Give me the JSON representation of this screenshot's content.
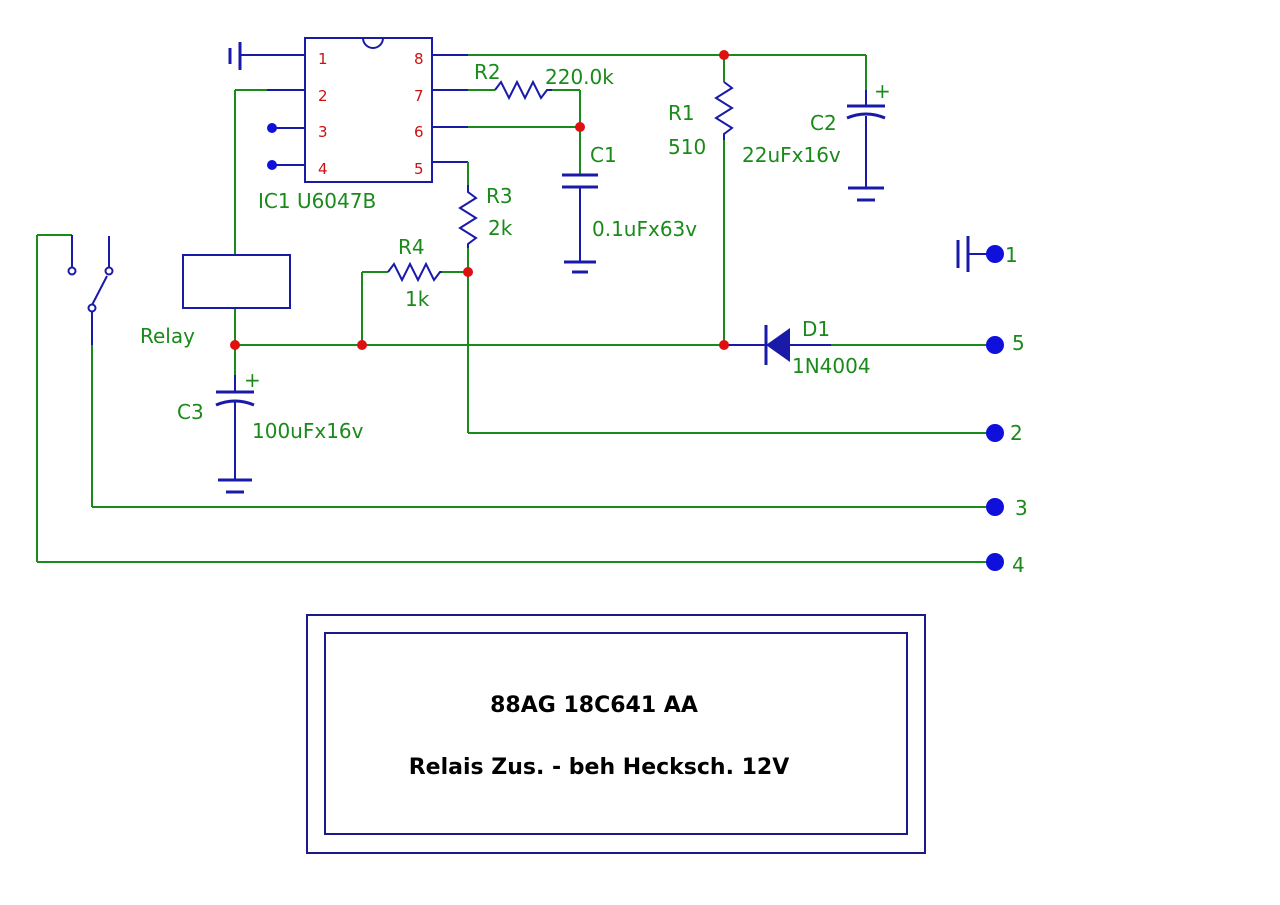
{
  "ic": {
    "ref": "IC1 U6047B",
    "pins_left": [
      "1",
      "2",
      "3",
      "4"
    ],
    "pins_right": [
      "8",
      "7",
      "6",
      "5"
    ]
  },
  "components": {
    "r1": {
      "ref": "R1",
      "value": "510"
    },
    "r2": {
      "ref": "R2",
      "value": "220.0k"
    },
    "r3": {
      "ref": "R3",
      "value": "2k"
    },
    "r4": {
      "ref": "R4",
      "value": "1k"
    },
    "c1": {
      "ref": "C1",
      "value": "0.1uFx63v"
    },
    "c2": {
      "ref": "C2",
      "value": "22uFx16v",
      "polarity": "+"
    },
    "c3": {
      "ref": "C3",
      "value": "100uFx16v",
      "polarity": "+"
    },
    "d1": {
      "ref": "D1",
      "value": "1N4004"
    },
    "relay": {
      "label": "Relay"
    }
  },
  "terminals": [
    "1",
    "5",
    "2",
    "3",
    "4"
  ],
  "title_block": {
    "part_number": "88AG 18C641 AA",
    "description": "Relais Zus. - beh Hecksch. 12V"
  },
  "colors": {
    "wire": "#1a8a1a",
    "component": "#1a1aa8",
    "junction": "#e01010",
    "pin_label": "#cc1111",
    "title": "#000000"
  }
}
